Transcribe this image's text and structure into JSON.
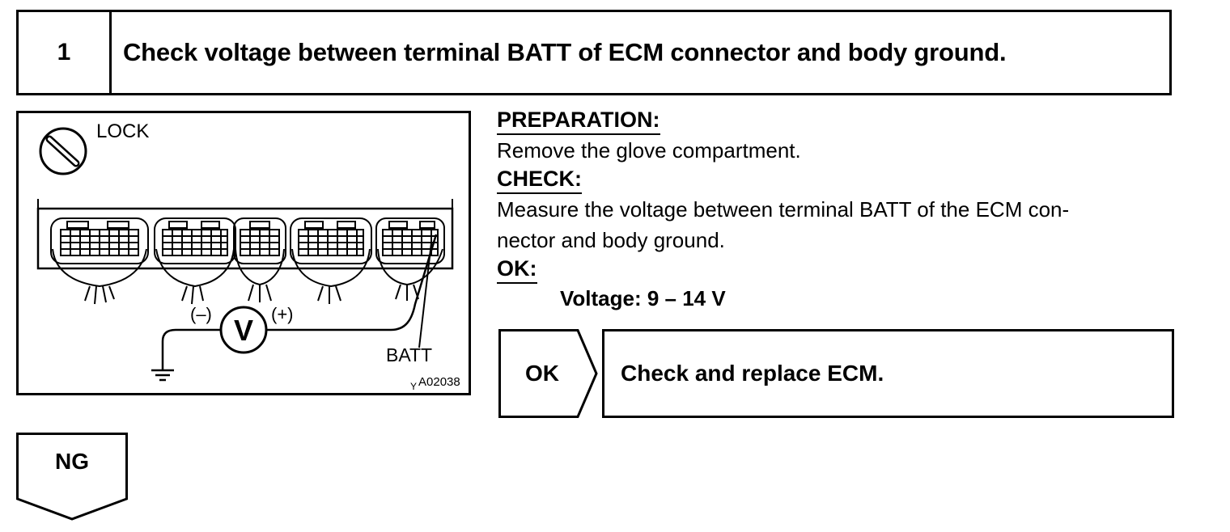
{
  "step": {
    "number": "1",
    "title": "Check voltage between terminal BATT of ECM connector and body ground."
  },
  "figure": {
    "lock_label": "LOCK",
    "minus_label": "(–)",
    "plus_label": "(+)",
    "meter_label": "V",
    "batt_label": "BATT",
    "code_label": "A02038",
    "code_prefix": "Y"
  },
  "preparation": {
    "heading": "PREPARATION:",
    "text": "Remove the glove compartment."
  },
  "check": {
    "heading": "CHECK:",
    "line1": "Measure the voltage between terminal BATT of the ECM con-",
    "line2": "nector and body ground."
  },
  "ok": {
    "heading": "OK:",
    "spec": "Voltage: 9 – 14 V"
  },
  "ok_branch": {
    "label": "OK",
    "result": "Check and replace ECM."
  },
  "ng_branch": {
    "label": "NG"
  }
}
